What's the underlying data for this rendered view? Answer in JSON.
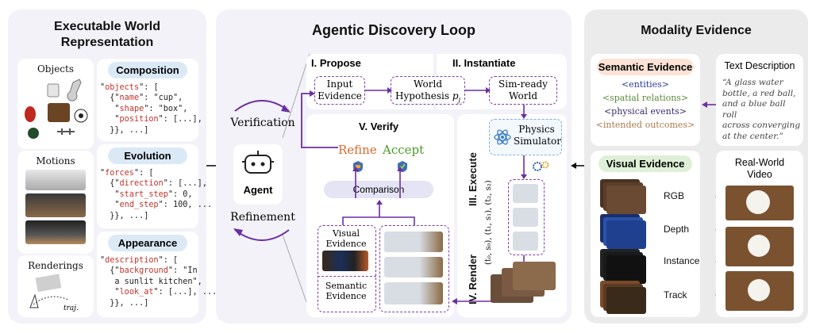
{
  "left": {
    "title_line1": "Executable World",
    "title_line2": "Representation",
    "objects_label": "Objects",
    "motions_label": "Motions",
    "renderings_label": "Renderings",
    "traj_label": "traj.",
    "composition": {
      "title": "Composition",
      "l1_p": "\"",
      "l1_k": "objects",
      "l1_s": "\": [",
      "l2_a": "  {\"",
      "l2_k": "name",
      "l2_s": "\": \"cup\",",
      "l3_a": "   \"",
      "l3_k": "shape",
      "l3_s": "\": \"box\",",
      "l4_a": "   \"",
      "l4_k": "position",
      "l4_s": "\": [...],",
      "l5": "  }}, ...]"
    },
    "evolution": {
      "title": "Evolution",
      "l1_p": "\"",
      "l1_k": "forces",
      "l1_s": "\": [",
      "l2_a": "  {\"",
      "l2_k": "direction",
      "l2_s": "\": [...],",
      "l3_a": "   \"",
      "l3_k": "start_step",
      "l3_s": "\": 0,",
      "l4_a": "   \"",
      "l4_k": "end_step",
      "l4_s": "\": 100, ...",
      "l5": "  }}, ...]"
    },
    "appearance": {
      "title": "Appearance",
      "l1_p": "\"",
      "l1_k": "description",
      "l1_s": "\": [",
      "l2_a": "  {\"",
      "l2_k": "background",
      "l2_s": "\": \"In",
      "l3": "   a sunlit kitchen\",",
      "l4_a": "   \"",
      "l4_k": "look_at",
      "l4_s": "\": [...], ...",
      "l5": "  }}, ...]"
    }
  },
  "middle": {
    "title": "Agentic Discovery Loop",
    "verification": "Verification",
    "refinement": "Refinement",
    "agent": "Agent",
    "propose": "I. Propose",
    "instantiate": "II. Instantiate",
    "execute": "III. Execute",
    "render": "IV. Render",
    "verify": "V. Verify",
    "input_evidence_l1": "Input",
    "input_evidence_l2": "Evidence",
    "world_hyp_l1": "World",
    "world_hyp_l2": "Hypothesis",
    "world_hyp_var": "p",
    "world_hyp_sub": "j",
    "simready_l1": "Sim-ready",
    "simready_l2": "World",
    "physics_l1": "Physics",
    "physics_l2": "Simulator",
    "refine": "Refine",
    "accept": "Accept",
    "comparison": "Comparison",
    "visual_evidence_l1": "Visual",
    "visual_evidence_l2": "Evidence",
    "semantic_evidence_l1": "Semantic",
    "semantic_evidence_l2": "Evidence",
    "trajectory": "(t₀, s₀), (t₁, s₁), (t₂, s₂)"
  },
  "right": {
    "title": "Modality Evidence",
    "semantic_title": "Semantic Evidence",
    "entities": "<entities>",
    "spatial": "<spatial relations>",
    "physical": "<physical events>",
    "intended": "<intended outcomes>",
    "text_desc_title": "Text Description",
    "text_desc_l1": "“A glass water",
    "text_desc_l2": "bottle, a red ball,",
    "text_desc_l3": "and a blue ball roll",
    "text_desc_l4": "across converging",
    "text_desc_l5": "at the center.”",
    "visual_title": "Visual Evidence",
    "rgb": "RGB",
    "depth": "Depth",
    "instance": "Instance",
    "track": "Track",
    "video_l1": "Real-World",
    "video_l2": "Video"
  },
  "colors": {
    "purple": "#6b2fa0",
    "pill_blue": "#dbe9f7",
    "pill_green": "#dff0d8",
    "pill_orange": "#fde3d6",
    "refine": "#d9692c",
    "accept": "#4a9a2b"
  }
}
